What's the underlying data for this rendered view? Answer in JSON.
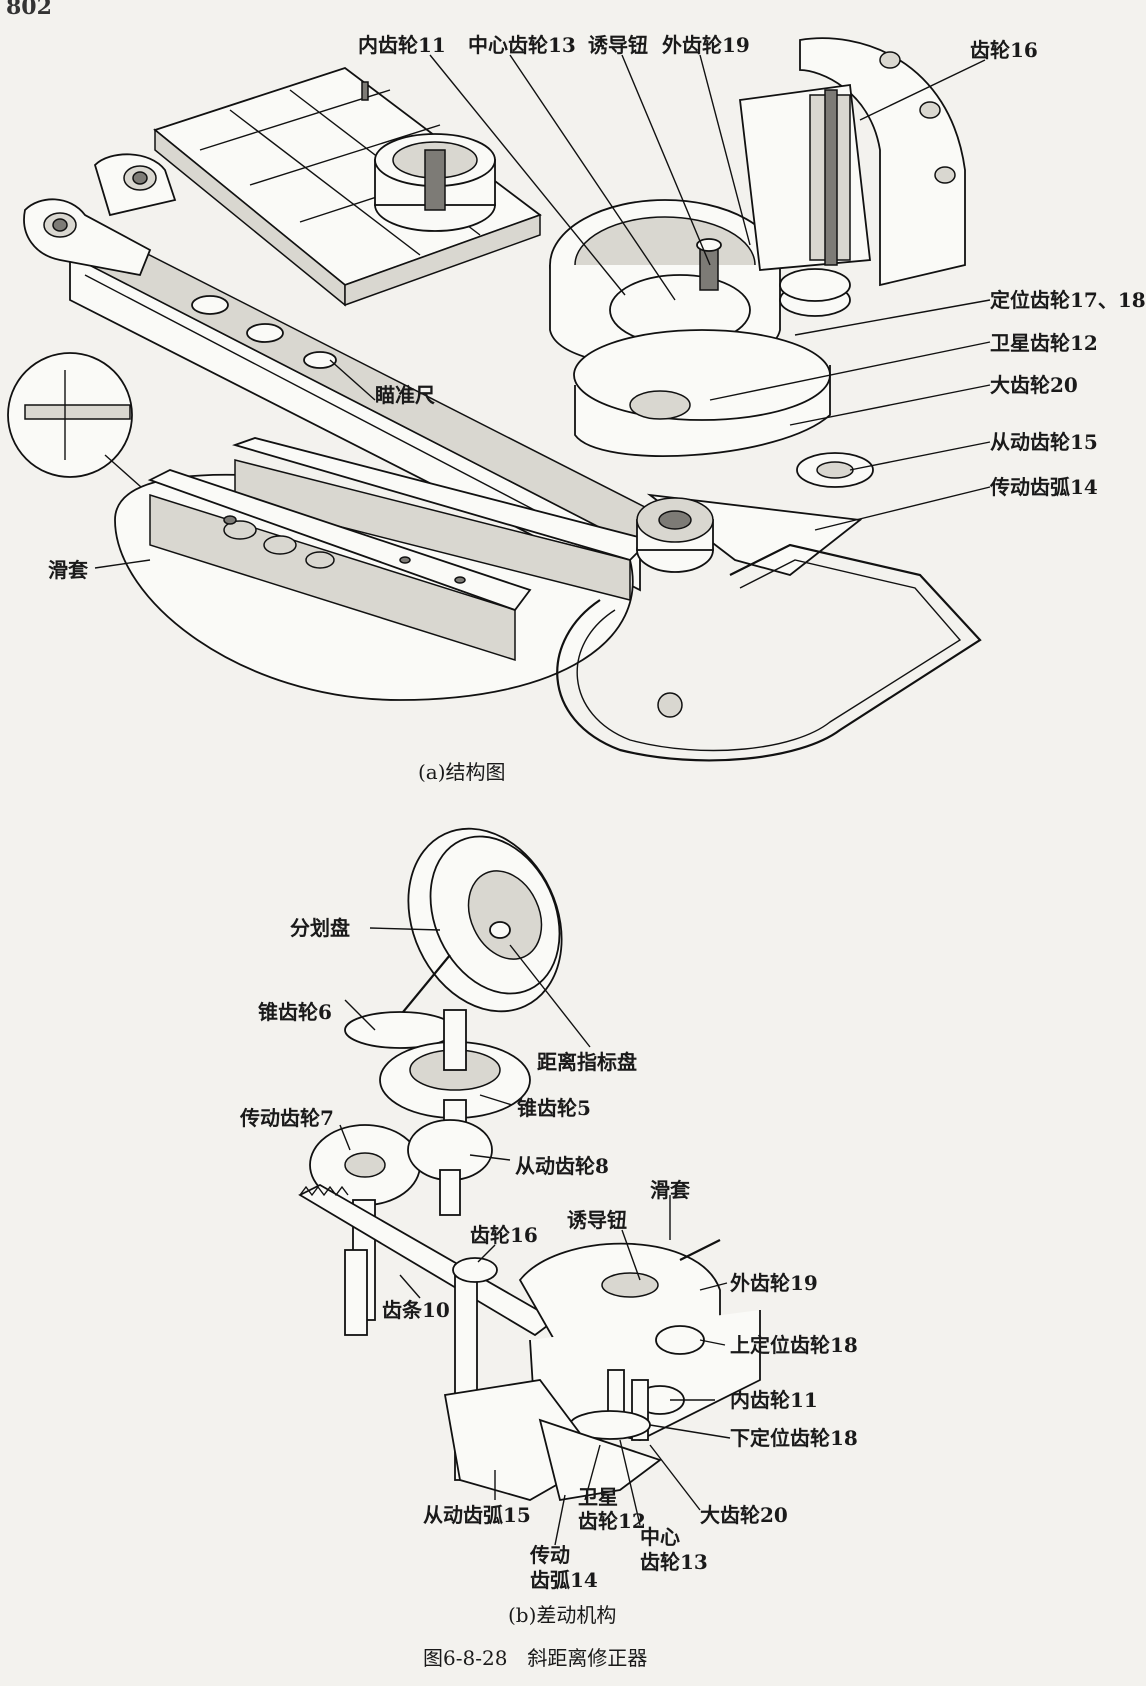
{
  "page_number": "802",
  "fig_a": {
    "labels": {
      "inner_gear": "内齿轮11",
      "center_gear": "中心齿轮13",
      "guide_button": "诱导钮",
      "outer_gear": "外齿轮19",
      "gear16": "齿轮16",
      "positioning_gear": "定位齿轮17、18",
      "planet_gear": "卫星齿轮12",
      "big_gear": "大齿轮20",
      "driven_gear": "从动齿轮15",
      "drive_arc": "传动齿弧14",
      "sight_rule": "瞄准尺",
      "slide_sleeve": "滑套"
    },
    "caption": "(a)结构图"
  },
  "fig_b": {
    "labels": {
      "dial": "分划盘",
      "bevel_gear6": "锥齿轮6",
      "distance_dial": "距离指标盘",
      "bevel_gear5": "锥齿轮5",
      "drive_gear7": "传动齿轮7",
      "driven_gear8": "从动齿轮8",
      "slide_sleeve": "滑套",
      "guide_button": "诱导钮",
      "gear16": "齿轮16",
      "outer_gear": "外齿轮19",
      "rack": "齿条10",
      "upper_pos_gear": "上定位齿轮18",
      "inner_gear": "内齿轮11",
      "lower_pos_gear": "下定位齿轮18",
      "driven_arc": "从动齿弧15",
      "planet_1": "卫星",
      "planet_2": "齿轮12",
      "big_gear": "大齿轮20",
      "center_1": "中心",
      "center_2": "齿轮13",
      "drive_arc_1": "传动",
      "drive_arc_2": "齿弧14"
    },
    "caption": "(b)差动机构"
  },
  "figure_title": "图6-8-28　斜距离修正器"
}
